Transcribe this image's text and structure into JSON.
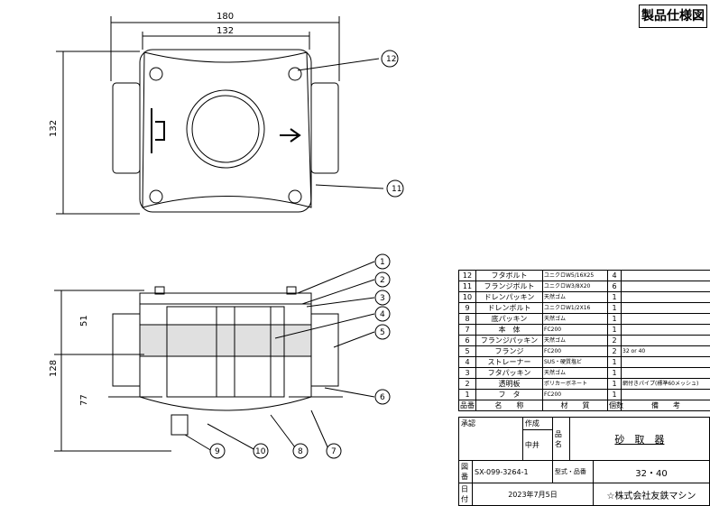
{
  "title": "製品仕様図",
  "dimensions": {
    "overall_width": "180",
    "flange_width": "132",
    "height_top_view": "132",
    "height_side": "128",
    "upper": "51",
    "lower": "77"
  },
  "balloons": [
    "1",
    "2",
    "3",
    "4",
    "5",
    "6",
    "7",
    "8",
    "9",
    "10",
    "11",
    "12"
  ],
  "parts_table": {
    "headers": {
      "no": "品番",
      "name": "名　　称",
      "material": "材　　質",
      "qty": "個数",
      "remarks": "備　　考"
    },
    "rows": [
      {
        "no": "12",
        "name": "フタボルト",
        "material": "ユニクロW5/16X25",
        "qty": "4",
        "remarks": ""
      },
      {
        "no": "11",
        "name": "フランジボルト",
        "material": "ユニクロW3/8X20",
        "qty": "6",
        "remarks": ""
      },
      {
        "no": "10",
        "name": "ドレンパッキン",
        "material": "天然ゴム",
        "qty": "1",
        "remarks": ""
      },
      {
        "no": "9",
        "name": "ドレンボルト",
        "material": "ユニクロW1/2X16",
        "qty": "1",
        "remarks": ""
      },
      {
        "no": "8",
        "name": "底パッキン",
        "material": "天然ゴム",
        "qty": "1",
        "remarks": ""
      },
      {
        "no": "7",
        "name": "本　体",
        "material": "FC200",
        "qty": "1",
        "remarks": ""
      },
      {
        "no": "6",
        "name": "フランジパッキン",
        "material": "天然ゴム",
        "qty": "2",
        "remarks": ""
      },
      {
        "no": "5",
        "name": "フランジ",
        "material": "FC200",
        "qty": "2",
        "remarks": "32 or 40"
      },
      {
        "no": "4",
        "name": "ストレーナー",
        "material": "SUS・硬質塩ビ",
        "qty": "1",
        "remarks": ""
      },
      {
        "no": "3",
        "name": "フタパッキン",
        "material": "天然ゴム",
        "qty": "1",
        "remarks": ""
      },
      {
        "no": "2",
        "name": "透明板",
        "material": "ポリカーボネート",
        "qty": "1",
        "remarks": "網付きパイプ(標準60メッシュ)"
      },
      {
        "no": "1",
        "name": "フ　タ",
        "material": "FC200",
        "qty": "1",
        "remarks": ""
      }
    ]
  },
  "title_block": {
    "approval_label": "承認",
    "made_label": "作成",
    "made_by": "中井",
    "product_name_label": "品名",
    "product_name": "砂　取　器",
    "drawing_no_label": "図番",
    "drawing_no": "SX-099-3264-1",
    "model_label": "型式・品番",
    "model": "32・40",
    "date_label": "日付",
    "date": "2023年7月5日",
    "company": "株式会社友鉄マシン"
  }
}
